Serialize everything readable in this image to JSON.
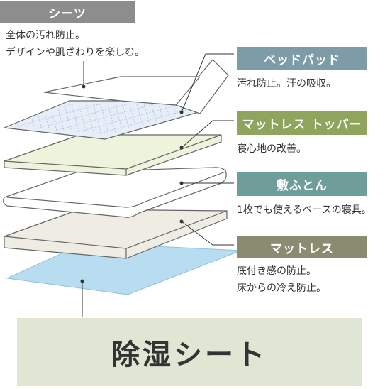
{
  "colors": {
    "sheets_tag": "#8d8d8d",
    "bedpad_tag": "#7e9ba8",
    "topper_tag": "#8fa45c",
    "futon_tag": "#6f9e9a",
    "mattress_tag": "#8a8b70",
    "bottom_panel": "#dfe6d4",
    "topper_layer": "#eef4dc",
    "quilt_layer": "#e8eef8",
    "mattress_layer": "#efece4",
    "dehumid_sheet": "#b8dcf0"
  },
  "sheets": {
    "tag": "シーツ",
    "desc_line1": "全体の汚れ防止。",
    "desc_line2": "デザインや肌ざわりを楽しむ。"
  },
  "bedpad": {
    "tag": "ベッドパッド",
    "desc": "汚れ防止。汗の吸収。"
  },
  "topper": {
    "tag": "マットレス トッパー",
    "desc": "寝心地の改善。"
  },
  "futon": {
    "tag": "敷ふとん",
    "desc": "1枚でも使えるベースの寝具。"
  },
  "mattress": {
    "tag": "マットレス",
    "desc_line1": "底付き感の防止。",
    "desc_line2": "床からの冷え防止。"
  },
  "bottom": {
    "label": "除湿シート"
  }
}
